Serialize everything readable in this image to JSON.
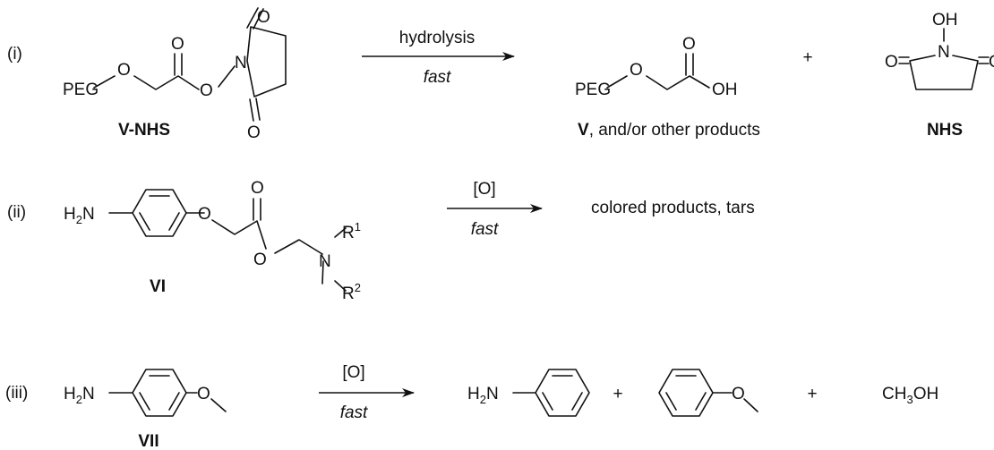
{
  "reactions": [
    {
      "id": "i",
      "label": "(i)",
      "condition_top": "hydrolysis",
      "condition_bottom": "fast",
      "plus_1": "+",
      "reactant": {
        "name": "V-NHS",
        "atoms": [
          "PEG",
          "O",
          "O",
          "O",
          "N",
          "O",
          "O"
        ]
      },
      "product_1": {
        "name_bold": "V",
        "name_rest": ", and/or other products",
        "atoms": [
          "PEG",
          "O",
          "O",
          "OH"
        ]
      },
      "product_2": {
        "name": "NHS",
        "atoms": [
          "OH",
          "N",
          "O",
          "O"
        ]
      }
    },
    {
      "id": "ii",
      "label": "(ii)",
      "condition_top": "[O]",
      "condition_bottom": "fast",
      "reactant": {
        "name": "VI",
        "atoms": {
          "h2n": "H",
          "h2n_sub": "2",
          "h2n_tail": "N",
          "o_ether": "O",
          "o_carbonyl": "O",
          "o_ester": "O",
          "n": "N",
          "r1": "R",
          "r1_sup": "1",
          "r2": "R",
          "r2_sup": "2"
        }
      },
      "product_text": "colored products, tars"
    },
    {
      "id": "iii",
      "label": "(iii)",
      "condition_top": "[O]",
      "condition_bottom": "fast",
      "plus_1": "+",
      "plus_2": "+",
      "reactant": {
        "name": "VII",
        "atoms": {
          "h2n": "H",
          "h2n_sub": "2",
          "h2n_tail": "N",
          "o": "O"
        }
      },
      "product_1": {
        "atoms": {
          "h2n": "H",
          "h2n_sub": "2",
          "h2n_tail": "N"
        }
      },
      "product_2": {
        "atoms": {
          "o": "O"
        }
      },
      "product_3": {
        "pre": "CH",
        "sub": "3",
        "post": "OH"
      }
    }
  ]
}
